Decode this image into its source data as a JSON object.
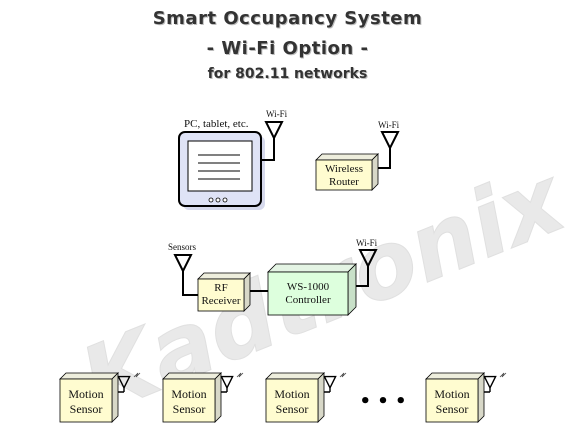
{
  "header": {
    "title": "Smart Occupancy System",
    "subtitle": "- Wi-Fi Option -",
    "network": "for 802.11 networks"
  },
  "watermark": {
    "text": "Kadtronix"
  },
  "nodes": {
    "pc_label": "PC, tablet, etc.",
    "pc_antenna": "Wi-Fi",
    "router": [
      "Wireless",
      "Router"
    ],
    "router_antenna": "Wi-Fi",
    "sensors_antenna": "Sensors",
    "rf_receiver": [
      "RF",
      "Receiver"
    ],
    "controller": [
      "WS-1000",
      "Controller"
    ],
    "controller_antenna": "Wi-Fi",
    "motion_sensor": [
      "Motion",
      "Sensor"
    ],
    "ellipsis": "• • •"
  },
  "colors": {
    "box_fill": "#fffcd0",
    "controller_fill": "#ddffdd",
    "tablet_frame": "#dfe3f6",
    "watermark": "#e6e6e6"
  }
}
